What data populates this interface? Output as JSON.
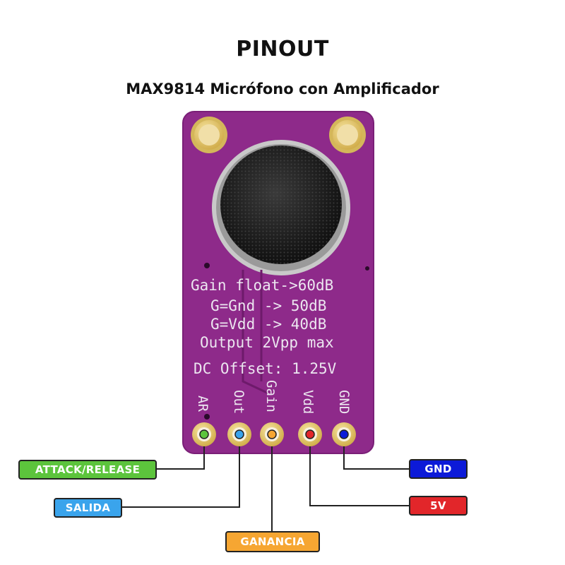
{
  "title": "PINOUT",
  "subtitle": "MAX9814 Micrófono con Amplificador",
  "board_text": {
    "line1": "Gain float->60dB",
    "line2": "G=Gnd -> 50dB",
    "line3": "G=Vdd -> 40dB",
    "line4": "Output 2Vpp max",
    "line5": "DC Offset: 1.25V"
  },
  "pins": [
    {
      "silk": "AR",
      "label": "ATTACK/RELEASE",
      "color": "#5cc43c"
    },
    {
      "silk": "Out",
      "label": "SALIDA",
      "color": "#3aa4ec"
    },
    {
      "silk": "Gain",
      "label": "GANANCIA",
      "color": "#f6a632"
    },
    {
      "silk": "Vdd",
      "label": "5V",
      "color": "#e2262a"
    },
    {
      "silk": "GND",
      "label": "GND",
      "color": "#0c1ad8"
    }
  ],
  "colors": {
    "board": "#8e2a8a",
    "pad": "#e2c465"
  }
}
